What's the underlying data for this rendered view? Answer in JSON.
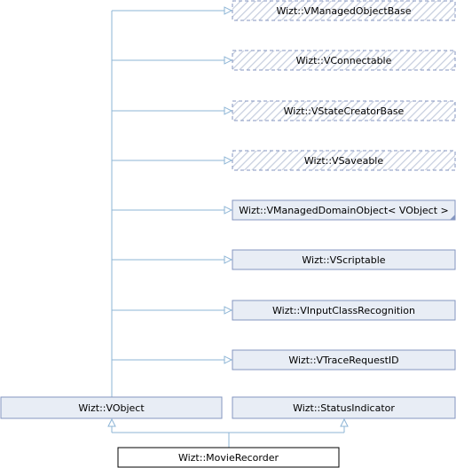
{
  "diagram": {
    "type": "inheritance",
    "colors": {
      "edge": "#8db5d6",
      "node_fill": "#e8edf5",
      "node_border": "#8496c0",
      "external_border": "#8496c0",
      "current_fill": "#ffffff",
      "current_border": "#000000",
      "hatch": "#c7cfdf"
    },
    "bases": [
      {
        "label": "Wizt::VManagedObjectBase",
        "external": true,
        "templated": false
      },
      {
        "label": "Wizt::VConnectable",
        "external": true,
        "templated": false
      },
      {
        "label": "Wizt::VStateCreatorBase",
        "external": true,
        "templated": false
      },
      {
        "label": "Wizt::VSaveable",
        "external": true,
        "templated": false
      },
      {
        "label": "Wizt::VManagedDomainObject< VObject >",
        "external": false,
        "templated": true
      },
      {
        "label": "Wizt::VScriptable",
        "external": false,
        "templated": false
      },
      {
        "label": "Wizt::VInputClassRecognition",
        "external": false,
        "templated": false
      },
      {
        "label": "Wizt::VTraceRequestID",
        "external": false,
        "templated": false
      }
    ],
    "vobject": {
      "label": "Wizt::VObject"
    },
    "status_indicator": {
      "label": "Wizt::StatusIndicator"
    },
    "current": {
      "label": "Wizt::MovieRecorder"
    }
  }
}
